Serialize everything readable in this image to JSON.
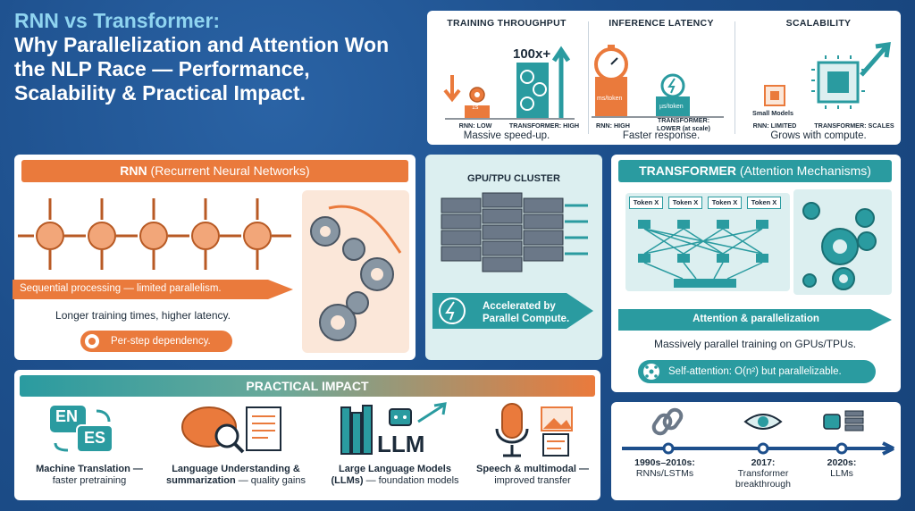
{
  "title": {
    "line1": "RNN vs Transformer:",
    "rest": "Why Parallelization and Attention Won the NLP Race — Performance, Scalability & Practical Impact."
  },
  "metrics": {
    "throughput": {
      "title": "TRAINING THROUGHPUT",
      "big_label": "100x+",
      "small_badge": "1s",
      "rnn_label": "RNN: LOW",
      "tf_label": "TRANSFORMER: HIGH",
      "caption": "Massive speed-up."
    },
    "latency": {
      "title": "INFERENCE LATENCY",
      "rnn_badge": "ms/token",
      "tf_badge": "µs/token",
      "rnn_label": "RNN: HIGH",
      "tf_label_1": "TRANSFORMER:",
      "tf_label_2": "LOWER (at scale)",
      "caption": "Faster response."
    },
    "scalability": {
      "title": "SCALABILITY",
      "small_models": "Small Models",
      "rnn_label": "RNN: LIMITED",
      "tf_label": "TRANSFORMER: SCALES",
      "caption": "Grows with compute."
    }
  },
  "rnn": {
    "header_bold": "RNN",
    "header_rest": " (Recurrent Neural Networks)",
    "sequential": "Sequential processing — limited parallelism.",
    "note": "Longer training times, higher latency.",
    "dependency": "Per-step dependency."
  },
  "gpu": {
    "title": "GPU/TPU CLUSTER",
    "accel_1": "Accelerated by",
    "accel_2": "Parallel Compute."
  },
  "transformer": {
    "header_bold": "TRANSFORMER",
    "header_rest": " (Attention Mechanisms)",
    "tokens": [
      "Token X",
      "Token X",
      "Token X",
      "Token X"
    ],
    "attention": "Attention & parallelization",
    "note": "Massively parallel training on GPUs/TPUs.",
    "self_attention": "Self-attention: O(n²) but parallelizable."
  },
  "impact": {
    "header": "PRACTICAL IMPACT",
    "items": [
      {
        "bold": "Machine Translation —",
        "rest": "faster pretraining",
        "icon_text_1": "EN",
        "icon_text_2": "ES"
      },
      {
        "bold": "Language Understanding &",
        "bold2": "summarization",
        "rest": " — quality gains"
      },
      {
        "bold": "Large Language Models",
        "bold2": "(LLMs)",
        "rest": " — foundation models",
        "icon_text": "LLM"
      },
      {
        "bold": "Speech & multimodal —",
        "rest": "improved transfer"
      }
    ]
  },
  "timeline": {
    "items": [
      {
        "line1": "1990s–2010s:",
        "line2": "RNNs/LSTMs"
      },
      {
        "line1": "2017:",
        "line2": "Transformer",
        "line3": "breakthrough"
      },
      {
        "line1": "2020s:",
        "line2": "LLMs"
      }
    ]
  },
  "colors": {
    "background": "#1d4f8c",
    "orange": "#ea7a3c",
    "teal": "#2a9ba0",
    "light_teal": "#dceff0",
    "peach": "#fbe7d9",
    "title_accent": "#8fd4f0"
  }
}
